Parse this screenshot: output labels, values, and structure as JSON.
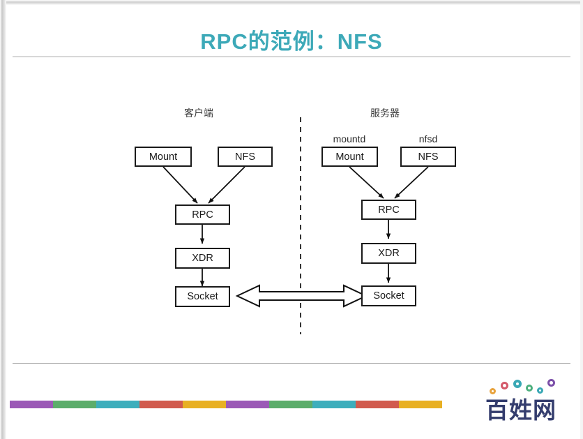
{
  "slide": {
    "title": "RPC的范例：NFS",
    "title_color": "#3da9b8"
  },
  "diagram": {
    "client_label": "客户端",
    "server_label": "服务器",
    "client": {
      "top_boxes": [
        {
          "label": "Mount"
        },
        {
          "label": "NFS"
        }
      ],
      "stack": [
        {
          "label": "RPC"
        },
        {
          "label": "XDR"
        },
        {
          "label": "Socket"
        }
      ]
    },
    "server": {
      "daemons": [
        {
          "label": "mountd"
        },
        {
          "label": "nfsd"
        }
      ],
      "top_boxes": [
        {
          "label": "Mount"
        },
        {
          "label": "NFS"
        }
      ],
      "stack": [
        {
          "label": "RPC"
        },
        {
          "label": "XDR"
        },
        {
          "label": "Socket"
        }
      ]
    }
  },
  "logo": {
    "text": "百姓网",
    "text_color": "#343d6e",
    "dots": [
      {
        "color": "#e8a33d"
      },
      {
        "color": "#d4596a"
      },
      {
        "color": "#3aa8b5"
      },
      {
        "color": "#4caf7d"
      },
      {
        "color": "#3aa8b5"
      },
      {
        "color": "#7b4fa8"
      }
    ]
  },
  "colorbar": {
    "segments": [
      {
        "color": "#9b59b6",
        "width": 62
      },
      {
        "color": "#5cad6b",
        "width": 62
      },
      {
        "color": "#3daebc",
        "width": 62
      },
      {
        "color": "#d15b4e",
        "width": 62
      },
      {
        "color": "#e8b023",
        "width": 62
      }
    ],
    "repeat": 2
  }
}
